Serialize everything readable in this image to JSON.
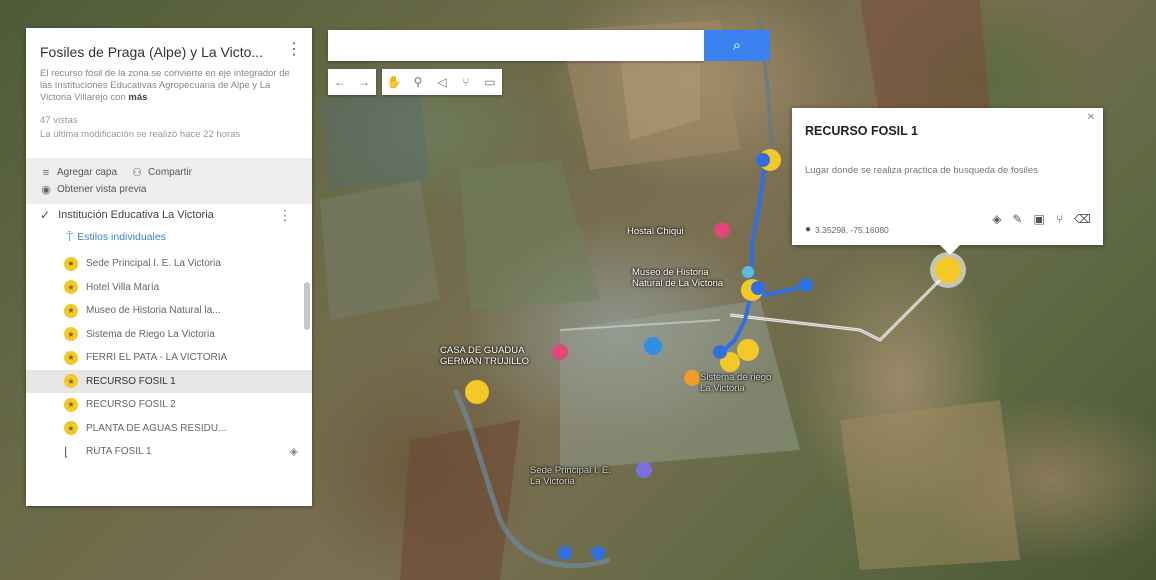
{
  "map": {
    "title": "Fosiles de Praga (Alpe) y La Victo...",
    "description": "El recurso fósil de la zona se convierte en eje integrador de las Instituciones Educativas Agropecuaria de Alpe y La Victoria Villarejo con",
    "description_more": "más",
    "views": "47 vistas",
    "last_modified": "La última modificación se realizó hace 22 horas",
    "actions": {
      "add_layer": "Agregar capa",
      "share": "Compartir",
      "preview": "Obtener vista previa"
    }
  },
  "layer": {
    "name": "Institución Educativa La Victoria",
    "styles_link": "Estilos individuales",
    "items": [
      {
        "label": "Sede Principal I. E. La Victoria",
        "type": "pin"
      },
      {
        "label": "Hotel Villa María",
        "type": "pin"
      },
      {
        "label": "Museo de Historia Natural la...",
        "type": "pin"
      },
      {
        "label": "Sistema de Riego La Victoria",
        "type": "pin"
      },
      {
        "label": "FERRI EL PATA - LA VICTORIA",
        "type": "pin"
      },
      {
        "label": "RECURSO FOSIL 1",
        "type": "pin",
        "selected": true
      },
      {
        "label": "RECURSO FOSIL 2",
        "type": "pin"
      },
      {
        "label": "PLANTA DE AGUAS RESIDU...",
        "type": "pin"
      },
      {
        "label": "RUTA FOSIL 1",
        "type": "route"
      }
    ]
  },
  "search": {
    "value": "",
    "placeholder": ""
  },
  "toolbar": {
    "icons": [
      "undo-icon",
      "redo-icon",
      "hand-icon",
      "marker-icon",
      "draw-line-icon",
      "route-icon",
      "ruler-icon"
    ]
  },
  "info_window": {
    "title": "RECURSO FOSIL 1",
    "description": "Lugar donde se realiza practica de busqueda de fosiles",
    "coordinates": "3.35298, -75.16080"
  },
  "map_labels": {
    "hostal": "Hostal Chiqui",
    "museo": "Museo de Historia\nNatural de La Victoria",
    "casa": "CASA DE GUADUA\nGERMAN TRUJILLO",
    "sistema": "Sistema de riego\nLa Victoria",
    "sede": "Sede Principal I. E.\nLa Victoria"
  },
  "colors": {
    "accent": "#3b82f0",
    "pin_yellow": "#f3c928",
    "route_blue": "#2f6fe0",
    "pin_pink": "#e0487a"
  }
}
